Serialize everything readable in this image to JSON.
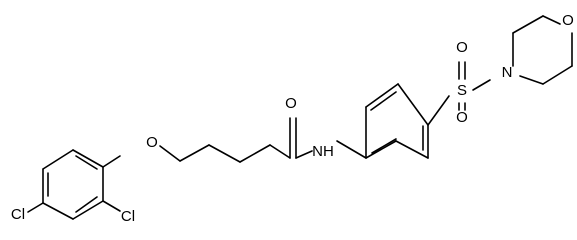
{
  "diagram": {
    "type": "chemical-structure",
    "bond_color": "#000000",
    "background": "#ffffff",
    "atoms": {
      "cl_para": "Cl",
      "cl_ortho": "Cl",
      "ether_o": "O",
      "carbonyl_o": "O",
      "amide_n": "NH",
      "sulfonyl_s": "S",
      "sulfonyl_o_top": "O",
      "sulfonyl_o_bottom": "O",
      "morpholine_n": "N",
      "morpholine_o": "O"
    }
  }
}
